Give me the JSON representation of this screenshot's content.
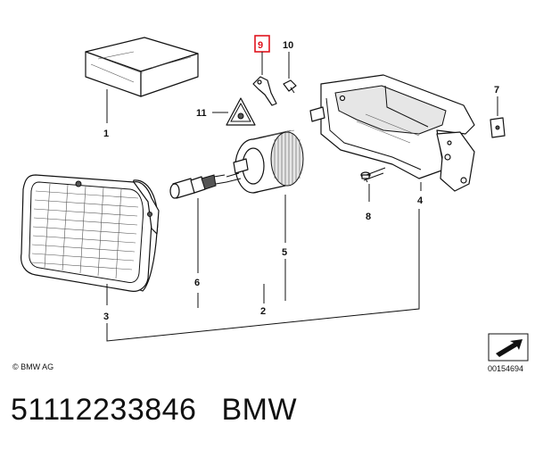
{
  "callouts": {
    "c1": "1",
    "c2": "2",
    "c3": "3",
    "c4": "4",
    "c5": "5",
    "c6": "6",
    "c7": "7",
    "c8": "8",
    "c9": "9",
    "c10": "10",
    "c11": "11"
  },
  "copyright": "© BMW AG",
  "diagram_id": "00154694",
  "caption": {
    "part_number": "51112233846",
    "brand": "BMW"
  },
  "colors": {
    "highlight": "#e0141e",
    "ink": "#111111"
  }
}
